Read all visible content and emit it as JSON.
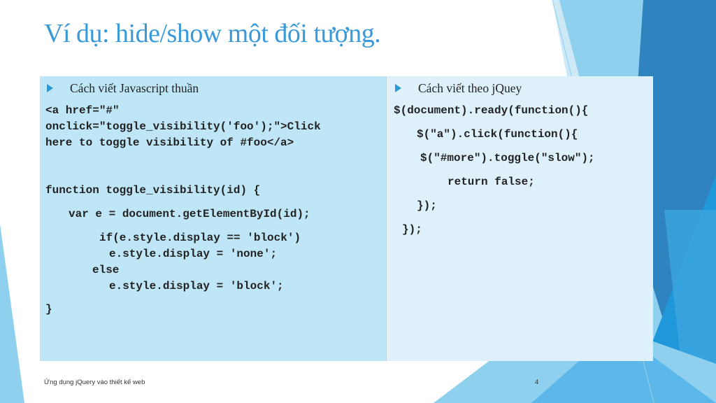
{
  "slide": {
    "title": "Ví dụ: hide/show một đối tượng.",
    "left": {
      "heading": "Cách viết Javascript thuần",
      "lines": [
        "<a href=\"#\"",
        "onclick=\"toggle_visibility('foo');\">Click",
        "here to toggle visibility of #foo</a>",
        "function toggle_visibility(id) {",
        "var e = document.getElementById(id);",
        "if(e.style.display == 'block')",
        "e.style.display = 'none';",
        "else",
        "e.style.display = 'block';",
        "}"
      ]
    },
    "right": {
      "heading": "Cách viết theo jQuey",
      "lines": [
        "$(document).ready(function(){",
        "$(\"a\").click(function(){",
        "$(\"#more\").toggle(\"slow\");",
        "return false;",
        "});",
        "});"
      ]
    },
    "footer": {
      "text": "Ứng dụng jQuery vào thiết kế web",
      "page_number": "4"
    },
    "colors": {
      "title": "#3a9ad9",
      "bullet": "#2a9ad7",
      "left_panel": "#bfe6f6",
      "right_panel": "#def1fa"
    }
  }
}
